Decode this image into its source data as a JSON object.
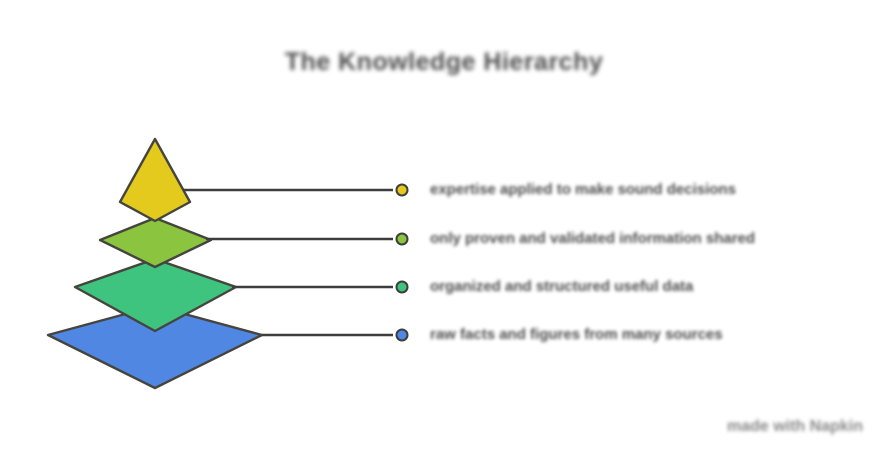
{
  "title": "The Knowledge Hierarchy",
  "watermark": "made with Napkin",
  "colors": {
    "yellow": "#e3ca1d",
    "lime": "#8bc43f",
    "green": "#3ec47e",
    "blue": "#4f87e2",
    "shape_stroke": "#45453e",
    "connector": "#3e3e3e",
    "text": "#3e3e3e",
    "watermark_gray": "#828282",
    "background": "#ffffff"
  },
  "levels": [
    {
      "rank": 1,
      "color_name": "yellow",
      "label": "expertise applied to make sound decisions"
    },
    {
      "rank": 2,
      "color_name": "lime",
      "label": "only proven and validated information shared"
    },
    {
      "rank": 3,
      "color_name": "green",
      "label": "organized and structured useful data"
    },
    {
      "rank": 4,
      "color_name": "blue",
      "label": "raw facts and figures from many sources"
    }
  ]
}
